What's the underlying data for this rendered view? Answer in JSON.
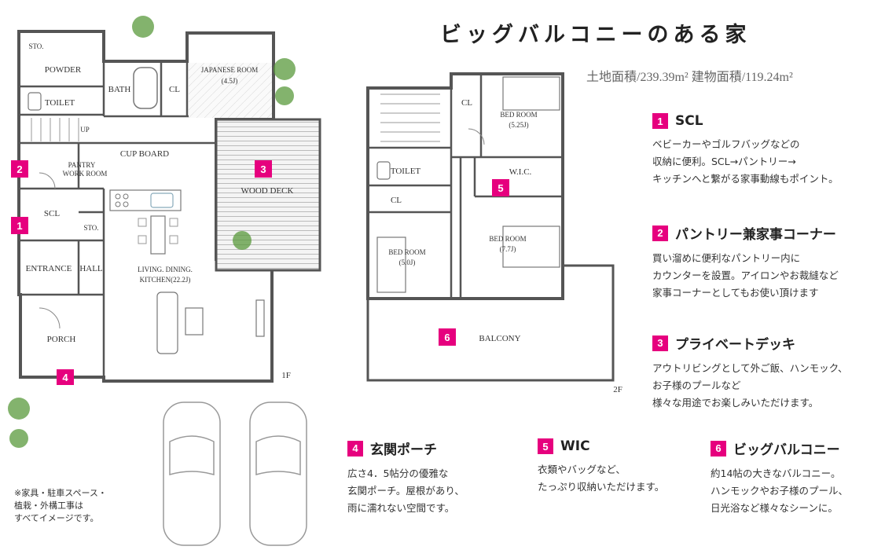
{
  "title": "ビッグバルコニーのある家",
  "area_text": "土地面積/239.39m² 建物面積/119.24m²",
  "features": [
    {
      "num": "1",
      "heading": "SCL",
      "body": [
        "ベビーカーやゴルフバッグなどの",
        "収納に便利。SCL→パントリー→",
        "キッチンへと繋がる家事動線もポイント。"
      ]
    },
    {
      "num": "2",
      "heading": "パントリー兼家事コーナー",
      "body": [
        "買い溜めに便利なパントリー内に",
        "カウンターを設置。アイロンやお裁縫など",
        "家事コーナーとしてもお使い頂けます"
      ]
    },
    {
      "num": "3",
      "heading": "プライベートデッキ",
      "body": [
        "アウトリビングとして外ご飯、ハンモック、",
        "お子様のプールなど",
        "様々な用途でお楽しみいただけます。"
      ]
    },
    {
      "num": "4",
      "heading": "玄関ポーチ",
      "body": [
        "広さ4．5帖分の優雅な",
        "玄関ポーチ。屋根があり、",
        "雨に濡れない空間です。"
      ]
    },
    {
      "num": "5",
      "heading": "WIC",
      "body": [
        "衣類やバッグなど、",
        "たっぷり収納いただけます。"
      ]
    },
    {
      "num": "6",
      "heading": "ビッグバルコニー",
      "body": [
        "約14帖の大きなバルコニー。",
        "ハンモックやお子様のプール、",
        "日光浴など様々なシーンに。"
      ]
    }
  ],
  "note": [
    "※家具・駐車スペース・",
    "植栽・外構工事は",
    "すべてイメージです。"
  ],
  "floor1": {
    "label": "1F",
    "rooms": {
      "sto_top": "STO.",
      "powder": "POWDER",
      "toilet": "TOILET",
      "bath": "BATH",
      "cl": "CL",
      "japanese": "JAPANESE ROOM",
      "japanese_size": "(4.5J)",
      "up": "UP",
      "cupboard": "CUP BOARD",
      "pantry": "PANTRY",
      "workroom": "WORK ROOM",
      "scl": "SCL",
      "sto": "STO.",
      "entrance": "ENTRANCE",
      "hall": "HALL",
      "ldk": "LIVING. DINING.",
      "ldk2": "KITCHEN(22.2J)",
      "porch": "PORCH",
      "wood_deck": "WOOD DECK"
    },
    "markers": [
      "2",
      "1",
      "3",
      "4"
    ]
  },
  "floor2": {
    "label": "2F",
    "rooms": {
      "cl_top": "CL",
      "bed1": "BED ROOM",
      "bed1_size": "(5.25J)",
      "toilet": "TOILET",
      "wic": "W.I.C.",
      "cl": "CL",
      "bed2": "BED ROOM",
      "bed2_size": "(5.0J)",
      "bed3": "BED ROOM",
      "bed3_size": "(7.7J)",
      "balcony": "BALCONY"
    },
    "markers": [
      "5",
      "6"
    ]
  },
  "colors": {
    "accent": "#e6007e",
    "wall": "#555555",
    "deck": "#eeeeee"
  }
}
